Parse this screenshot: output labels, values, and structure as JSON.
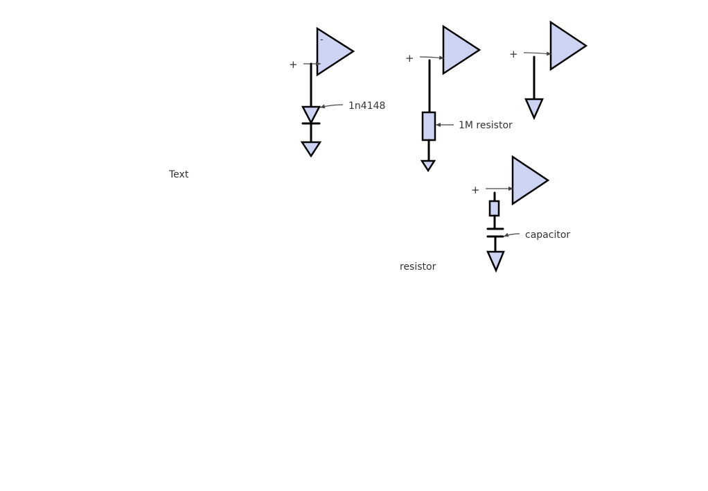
{
  "colors": {
    "component_fill": "#ccd3f3",
    "stroke": "#000000",
    "text": "#333333",
    "background": "#ffffff"
  },
  "labels": {
    "text": "Text",
    "diode": "1n4148",
    "resistor_1m": "1M resistor",
    "capacitor": "capacitor",
    "resistor": "resistor",
    "plus": "+",
    "minus": "-"
  },
  "icons": {
    "opamp": "triangle-amplifier-icon",
    "ground": "ground-triangle-icon",
    "diode": "diode-icon",
    "resistor": "resistor-icon",
    "capacitor": "capacitor-icon"
  }
}
